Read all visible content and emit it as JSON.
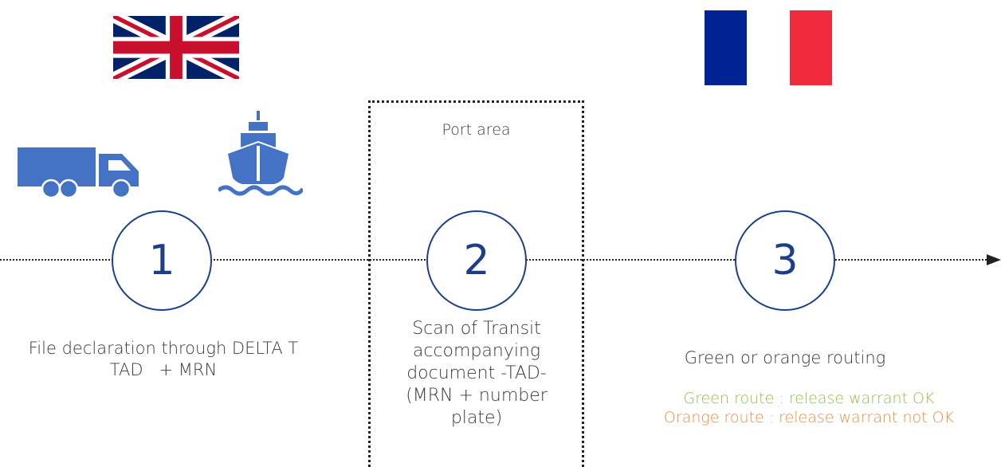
{
  "flags": {
    "left": "uk-flag",
    "right": "france-flag"
  },
  "icons": {
    "truck": "truck-icon",
    "ship": "ship-icon"
  },
  "colors": {
    "blue": "#4472c4",
    "navy": "#1c3f8c",
    "green": "#8fbf3f",
    "orange": "#f08a3c",
    "french_blue": "#002494",
    "french_red": "#ee2a3b",
    "uk_red": "#c8102e",
    "uk_blue": "#012169"
  },
  "port_area": {
    "label": "Port area"
  },
  "steps": [
    {
      "number": "1",
      "caption_lines": [
        "File declaration through DELTA T",
        "TAD   + MRN"
      ]
    },
    {
      "number": "2",
      "caption_lines": [
        "Scan of Transit",
        "accompanying",
        "document -TAD-",
        "(MRN + number",
        "plate)"
      ]
    },
    {
      "number": "3",
      "caption_lines": [
        "Green or orange routing"
      ]
    }
  ],
  "routes": {
    "green": "Green route : release warrant OK",
    "orange": "Orange route : release warrant not OK"
  }
}
